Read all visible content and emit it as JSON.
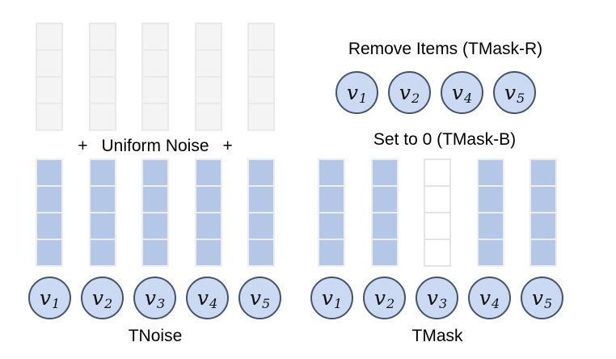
{
  "colors": {
    "cell_blue": "#B4C7E7",
    "cell_blue_frame": "#EDEEF1",
    "cell_gray": "#F4F4F5",
    "cell_gray_frame": "#E9E9EA",
    "cell_white": "#FFFFFF",
    "cell_white_frame": "#E3E3E6",
    "circle_fill": "#CBD9F2",
    "circle_border": "#44546A",
    "text": "#000000"
  },
  "left": {
    "plus_left": "+",
    "noise_label": "Uniform Noise",
    "plus_right": "+",
    "caption": "TNoise",
    "noise_row": [
      "noise",
      "noise",
      "noise",
      "noise",
      "noise"
    ],
    "value_row": [
      "filled",
      "filled",
      "filled",
      "filled",
      "filled"
    ],
    "nodes": [
      {
        "base": "v",
        "sub": "1"
      },
      {
        "base": "v",
        "sub": "2"
      },
      {
        "base": "v",
        "sub": "3"
      },
      {
        "base": "v",
        "sub": "4"
      },
      {
        "base": "v",
        "sub": "5"
      }
    ]
  },
  "right": {
    "remove_label": "Remove Items (TMask-R)",
    "set_label": "Set to 0 (TMask-B)",
    "caption": "TMask",
    "removed_nodes": [
      {
        "base": "v",
        "sub": "1"
      },
      {
        "base": "v",
        "sub": "2"
      },
      {
        "base": "v",
        "sub": "4"
      },
      {
        "base": "v",
        "sub": "5"
      }
    ],
    "value_row": [
      "filled",
      "filled",
      "masked",
      "filled",
      "filled"
    ],
    "nodes": [
      {
        "base": "v",
        "sub": "1"
      },
      {
        "base": "v",
        "sub": "2"
      },
      {
        "base": "v",
        "sub": "3"
      },
      {
        "base": "v",
        "sub": "4"
      },
      {
        "base": "v",
        "sub": "5"
      }
    ]
  }
}
